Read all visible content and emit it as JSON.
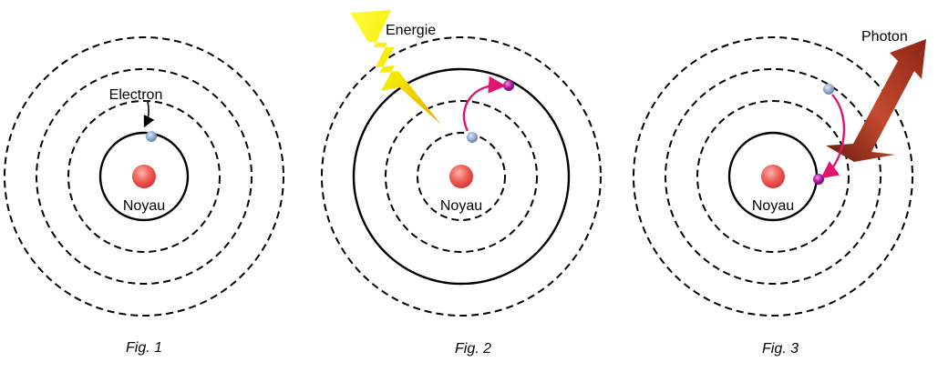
{
  "figures": [
    {
      "caption": "Fig. 1",
      "nucleus_label": "Noyau",
      "electron_label": "Electron"
    },
    {
      "caption": "Fig. 2",
      "nucleus_label": "Noyau",
      "energy_label": "Energie"
    },
    {
      "caption": "Fig. 3",
      "nucleus_label": "Noyau",
      "photon_label": "Photon"
    }
  ],
  "colors": {
    "nucleus": "#e0393c",
    "electron_ground": "#7f97c2",
    "electron_excited": "#a0129c",
    "transition_arrow": "#e0156e",
    "lightning": "#f7e600",
    "photon_arrow": "#a8321e"
  }
}
